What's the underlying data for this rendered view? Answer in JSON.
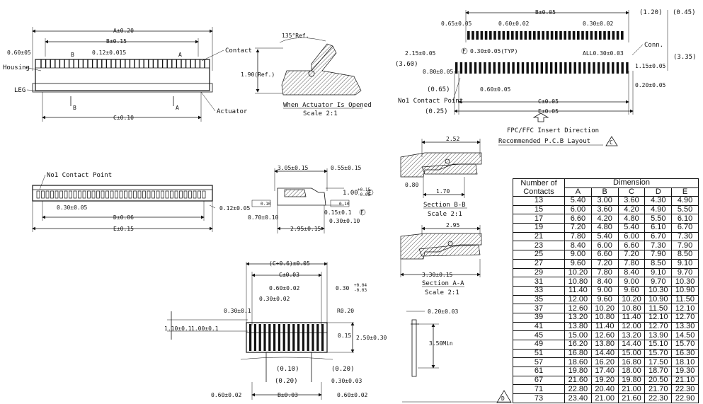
{
  "top_view": {
    "dim_a": "A±0.20",
    "dim_b": "B±0.15",
    "dim_c": "C±0.10",
    "dim_060": "0.60±05",
    "dim_012": "0.12±0.015",
    "label_contact": "Contact",
    "label_housing": "Housing",
    "label_leg": "LEG",
    "label_actuator": "Actuator",
    "section_b": "B",
    "section_a": "A"
  },
  "opened_view": {
    "angle": "135°Ref.",
    "height": "1.90(Ref.)",
    "caption": "When Actuator Is Opened",
    "scale": "Scale 2:1"
  },
  "pcb_layout": {
    "dim_b": "B±0.05",
    "dim_120": "(1.20)",
    "dim_045": "(0.45)",
    "dim_065": "0.65±0.05",
    "dim_060": "0.60±0.02",
    "dim_030": "0.30±0.02",
    "dim_215": "2.15±0.05",
    "dim_030typ": "0.30±0.05(TYP)",
    "flag_f": "F",
    "dim_all": "ALL0.30±0.03",
    "label_conn": "Conn.",
    "dim_360": "(3.60)",
    "dim_335": "(3.35)",
    "dim_080": "0.80±0.05",
    "dim_115": "1.15±0.05",
    "dim_020": "0.20±0.05",
    "dim_065b": "(0.65)",
    "dim_060b": "0.60±0.05",
    "label_no1": "No1 Contact Point",
    "dim_c": "C±0.05",
    "dim_025": "(0.25)",
    "dim_e": "E±0.05",
    "insert_dir": "FPC/FFC Insert Direction",
    "title": "Recommended P.C.B Layout",
    "rev": "C"
  },
  "front_view": {
    "label_no1": "No1 Contact Point",
    "dim_030": "0.30±0.05",
    "dim_012": "0.12±0.05",
    "dim_d": "D±0.06",
    "dim_e": "E±0.15"
  },
  "side_view": {
    "dim_305": "3.05±0.15",
    "dim_055": "0.55±0.15",
    "dim_100": "1.00",
    "tol_up": "+0.15",
    "tol_dn": "-0.05",
    "flag_e": "E",
    "flat1": "0.10",
    "flat2": "0.10",
    "dim_070": "0.70±0.10",
    "dim_015": "0.15±0.1",
    "flag_f": "F",
    "dim_030": "0.30±0.10",
    "dim_295": "2.95±0.15"
  },
  "section_bb": {
    "dim_252": "2.52",
    "dim_080": "0.80",
    "dim_170": "1.70",
    "caption": "Section B-B",
    "scale": "Scale 2:1"
  },
  "section_aa": {
    "dim_295": "2.95",
    "dim_330": "3.30±0.15",
    "caption": "Section A-A",
    "scale": "Scale 2:1"
  },
  "fpc_view": {
    "dim_c06": "(C+0.6)±0.05",
    "dim_c": "C±0.03",
    "dim_060": "0.60±0.02",
    "dim_030top": "0.30",
    "tol_up": "+0.04",
    "tol_dn": "-0.03",
    "dim_030": "0.30±0.02",
    "dim_030l": "0.30±0.1",
    "dim_r020": "R0.20",
    "dim_110": "1.10±0.1",
    "dim_100": "1.00±0.1",
    "dim_015": "0.15",
    "dim_250": "2.50±0.30",
    "dim_010": "(0.10)",
    "dim_020": "(0.20)",
    "dim_020b": "(0.20)",
    "dim_030b": "0.30±0.03",
    "dim_060l": "0.60±0.02",
    "dim_b": "B±0.03",
    "dim_060r": "0.60±0.02"
  },
  "thickness_view": {
    "dim_020": "0.20±0.03",
    "dim_350": "3.50Min"
  },
  "table": {
    "head_contacts": "Number of Contacts",
    "head_dim": "Dimension",
    "cols": [
      "A",
      "B",
      "C",
      "D",
      "E"
    ],
    "rows": [
      [
        "13",
        "5.40",
        "3.00",
        "3.60",
        "4.30",
        "4.90"
      ],
      [
        "15",
        "6.00",
        "3.60",
        "4.20",
        "4.90",
        "5.50"
      ],
      [
        "17",
        "6.60",
        "4.20",
        "4.80",
        "5.50",
        "6.10"
      ],
      [
        "19",
        "7.20",
        "4.80",
        "5.40",
        "6.10",
        "6.70"
      ],
      [
        "21",
        "7.80",
        "5.40",
        "6.00",
        "6.70",
        "7.30"
      ],
      [
        "23",
        "8.40",
        "6.00",
        "6.60",
        "7.30",
        "7.90"
      ],
      [
        "25",
        "9.00",
        "6.60",
        "7.20",
        "7.90",
        "8.50"
      ],
      [
        "27",
        "9.60",
        "7.20",
        "7.80",
        "8.50",
        "9.10"
      ],
      [
        "29",
        "10.20",
        "7.80",
        "8.40",
        "9.10",
        "9.70"
      ],
      [
        "31",
        "10.80",
        "8.40",
        "9.00",
        "9.70",
        "10.30"
      ],
      [
        "33",
        "11.40",
        "9.00",
        "9.60",
        "10.30",
        "10.90"
      ],
      [
        "35",
        "12.00",
        "9.60",
        "10.20",
        "10.90",
        "11.50"
      ],
      [
        "37",
        "12.60",
        "10.20",
        "10.80",
        "11.50",
        "12.10"
      ],
      [
        "39",
        "13.20",
        "10.80",
        "11.40",
        "12.10",
        "12.70"
      ],
      [
        "41",
        "13.80",
        "11.40",
        "12.00",
        "12.70",
        "13.30"
      ],
      [
        "45",
        "15.00",
        "12.60",
        "13.20",
        "13.90",
        "14.50"
      ],
      [
        "49",
        "16.20",
        "13.80",
        "14.40",
        "15.10",
        "15.70"
      ],
      [
        "51",
        "16.80",
        "14.40",
        "15.00",
        "15.70",
        "16.30"
      ],
      [
        "57",
        "18.60",
        "16.20",
        "16.80",
        "17.50",
        "18.10"
      ],
      [
        "61",
        "19.80",
        "17.40",
        "18.00",
        "18.70",
        "19.30"
      ],
      [
        "67",
        "21.60",
        "19.20",
        "19.80",
        "20.50",
        "21.10"
      ],
      [
        "71",
        "22.80",
        "20.40",
        "21.00",
        "21.70",
        "22.30"
      ],
      [
        "73",
        "23.40",
        "21.00",
        "21.60",
        "22.30",
        "22.90"
      ]
    ],
    "rev": "D"
  }
}
